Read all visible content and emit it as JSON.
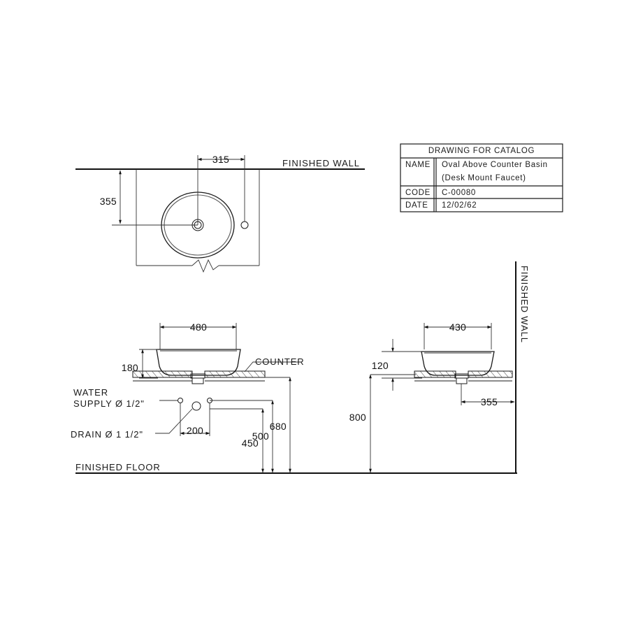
{
  "drawing": {
    "title": "DRAWING FOR CATALOG",
    "sheet_kind": "technical-drawing"
  },
  "title_block": {
    "header": "DRAWING FOR CATALOG",
    "rows": [
      {
        "key": "NAME",
        "value_line1": "Oval Above Counter Basin",
        "value_line2": "(Desk Mount Faucet)"
      },
      {
        "key": "CODE",
        "value_line1": "C-00080",
        "value_line2": ""
      },
      {
        "key": "DATE",
        "value_line1": "12/02/62",
        "value_line2": ""
      }
    ]
  },
  "plan_view": {
    "wall_label": "FINISHED WALL",
    "dim_faucet_offset": "315",
    "dim_wall_to_center": "355"
  },
  "front_elevation": {
    "dim_basin_width": "480",
    "dim_basin_height": "180",
    "counter_label": "COUNTER",
    "water_supply_label_line1": "WATER",
    "water_supply_label_line2": "SUPPLY Ø 1/2\"",
    "drain_label": "DRAIN Ø 1 1/2\"",
    "dim_supply_spacing": "200",
    "dim_drain_height": "450",
    "dim_supply_height": "500",
    "dim_counter_height": "680",
    "floor_label": "FINISHED FLOOR"
  },
  "side_elevation": {
    "dim_basin_depth": "430",
    "dim_basin_height": "120",
    "dim_drain_to_wall": "355",
    "dim_counter_height": "800",
    "wall_label": "FINISHED WALL"
  },
  "colors": {
    "line": "#1a1a1a",
    "text": "#1a1a1a",
    "background": "#ffffff"
  }
}
